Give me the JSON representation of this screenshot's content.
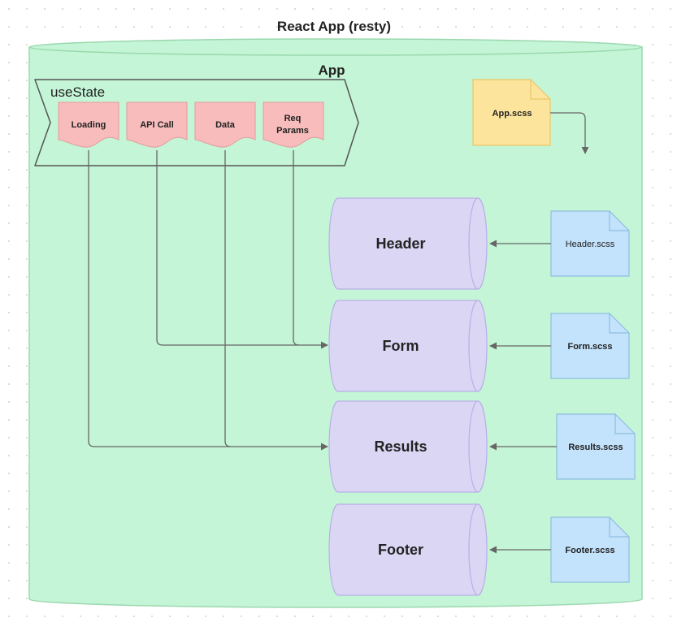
{
  "title": "React App (resty)",
  "app_label": "App",
  "state_label": "useState",
  "state_items": [
    {
      "label": "Loading"
    },
    {
      "label": "API Call"
    },
    {
      "label": "Data"
    },
    {
      "label": "Req",
      "label2": "Params"
    }
  ],
  "app_style": "App.scss",
  "components": [
    "Header",
    "Form",
    "Results",
    "Footer"
  ],
  "styles": [
    "Header.scss",
    "Form.scss",
    "Results.scss",
    "Footer.scss"
  ],
  "colors": {
    "container": "#c4f5d6",
    "container_stroke": "#9bd8ae",
    "state_item": "#f8bcbc",
    "component": "#dcd6f5",
    "style_file": "#c3e2fb",
    "app_style": "#fde49c",
    "connector": "#666666"
  }
}
